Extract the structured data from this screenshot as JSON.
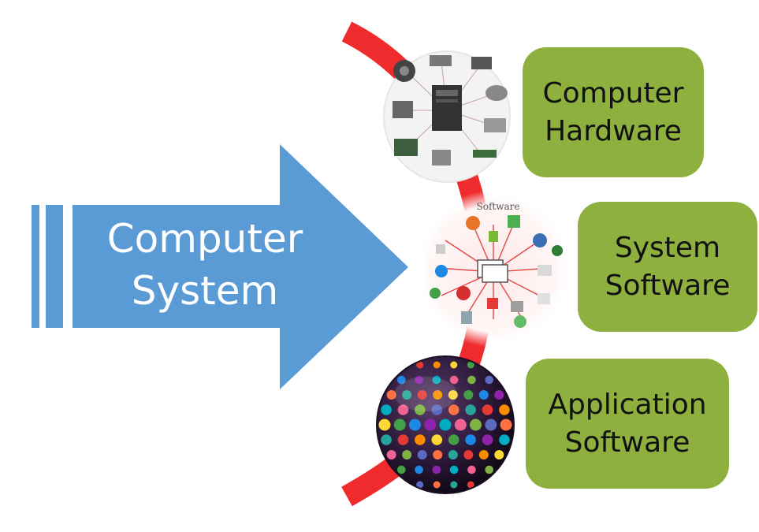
{
  "main_arrow": {
    "line1": "Computer",
    "line2": "System",
    "color": "#5b9bd5"
  },
  "connector_color": "#ef2b2d",
  "box_color": "#8db03f",
  "items": [
    {
      "line1": "Computer",
      "line2": "Hardware",
      "image": "computer-hardware-components-image"
    },
    {
      "line1": "System",
      "line2": "Software",
      "image": "system-software-diagram-image",
      "image_title": "Software"
    },
    {
      "line1": "Application",
      "line2": "Software",
      "image": "app-icons-globe-image"
    }
  ]
}
